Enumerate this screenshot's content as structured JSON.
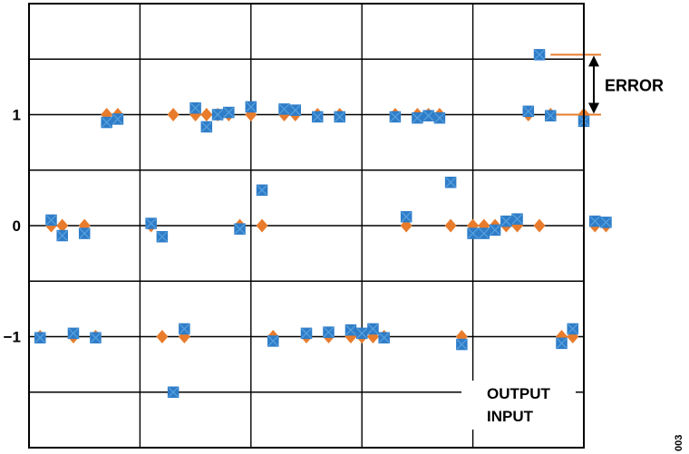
{
  "chart_data": {
    "type": "scatter",
    "title": "",
    "xlabel": "",
    "ylabel": "",
    "xlim": [
      0,
      10
    ],
    "ylim": [
      -2,
      2
    ],
    "x_grid_values": [
      2,
      4,
      6,
      8
    ],
    "y_grid_values": [
      -1.5,
      -1,
      -0.5,
      0,
      0.5,
      1,
      1.5
    ],
    "y_tick_labels": [
      {
        "value": 1,
        "label": "1"
      },
      {
        "value": 0,
        "label": "0"
      },
      {
        "value": -1,
        "label": "−1"
      }
    ],
    "grid": true,
    "legend": {
      "position": "bottom-right",
      "entries": [
        "OUTPUT",
        "INPUT"
      ]
    },
    "annotation": {
      "text": "ERROR",
      "from": 1.0,
      "to": 1.54
    },
    "figure_id": "003",
    "series": [
      {
        "name": "OUTPUT",
        "marker": "diamond",
        "color": "#E87C2C",
        "points": [
          [
            0.2,
            -1
          ],
          [
            0.4,
            0
          ],
          [
            0.6,
            0
          ],
          [
            0.8,
            -1
          ],
          [
            1.0,
            0
          ],
          [
            1.2,
            -1
          ],
          [
            1.4,
            1
          ],
          [
            1.6,
            1
          ],
          [
            2.2,
            0
          ],
          [
            2.4,
            -1
          ],
          [
            2.6,
            1
          ],
          [
            2.8,
            -1
          ],
          [
            3.0,
            1
          ],
          [
            3.2,
            1
          ],
          [
            3.4,
            1
          ],
          [
            3.6,
            1
          ],
          [
            3.8,
            0
          ],
          [
            4.0,
            1
          ],
          [
            4.2,
            0
          ],
          [
            4.4,
            -1
          ],
          [
            4.6,
            1
          ],
          [
            4.8,
            1
          ],
          [
            5.0,
            -1
          ],
          [
            5.2,
            1
          ],
          [
            5.4,
            -1
          ],
          [
            5.6,
            1
          ],
          [
            5.8,
            -1
          ],
          [
            6.0,
            -1
          ],
          [
            6.2,
            -1
          ],
          [
            6.4,
            -1
          ],
          [
            6.6,
            1
          ],
          [
            6.8,
            0
          ],
          [
            7.0,
            1
          ],
          [
            7.2,
            1
          ],
          [
            7.4,
            1
          ],
          [
            7.6,
            0
          ],
          [
            7.8,
            -1
          ],
          [
            8.0,
            0
          ],
          [
            8.2,
            0
          ],
          [
            8.4,
            0
          ],
          [
            8.6,
            0
          ],
          [
            8.8,
            0
          ],
          [
            9.0,
            1
          ],
          [
            9.2,
            0
          ],
          [
            9.4,
            1
          ],
          [
            9.6,
            -1
          ],
          [
            9.8,
            -1
          ],
          [
            10.0,
            1
          ],
          [
            10.2,
            0
          ],
          [
            10.4,
            0
          ]
        ]
      },
      {
        "name": "INPUT",
        "marker": "square-x",
        "color": "#2F7DC8",
        "points": [
          [
            0.2,
            -1.01
          ],
          [
            0.4,
            0.05
          ],
          [
            0.6,
            -0.09
          ],
          [
            0.8,
            -0.97
          ],
          [
            1.0,
            -0.07
          ],
          [
            1.2,
            -1.01
          ],
          [
            1.4,
            0.93
          ],
          [
            1.6,
            0.96
          ],
          [
            2.2,
            0.02
          ],
          [
            2.4,
            -0.1
          ],
          [
            2.6,
            -1.5
          ],
          [
            2.8,
            -0.93
          ],
          [
            3.0,
            1.06
          ],
          [
            3.2,
            0.89
          ],
          [
            3.4,
            1.0
          ],
          [
            3.6,
            1.02
          ],
          [
            3.8,
            -0.03
          ],
          [
            4.0,
            1.07
          ],
          [
            4.2,
            0.32
          ],
          [
            4.4,
            -1.04
          ],
          [
            4.6,
            1.05
          ],
          [
            4.8,
            1.04
          ],
          [
            5.0,
            -0.97
          ],
          [
            5.2,
            0.98
          ],
          [
            5.4,
            -0.96
          ],
          [
            5.6,
            0.98
          ],
          [
            5.8,
            -0.94
          ],
          [
            6.0,
            -0.97
          ],
          [
            6.2,
            -0.93
          ],
          [
            6.4,
            -1.01
          ],
          [
            6.6,
            0.98
          ],
          [
            6.8,
            0.08
          ],
          [
            7.0,
            0.97
          ],
          [
            7.2,
            0.99
          ],
          [
            7.4,
            0.97
          ],
          [
            7.6,
            0.39
          ],
          [
            7.8,
            -1.07
          ],
          [
            8.0,
            -0.07
          ],
          [
            8.2,
            -0.07
          ],
          [
            8.4,
            -0.04
          ],
          [
            8.6,
            0.04
          ],
          [
            8.8,
            0.06
          ],
          [
            9.0,
            1.03
          ],
          [
            9.2,
            1.54
          ],
          [
            9.4,
            0.99
          ],
          [
            9.6,
            -1.06
          ],
          [
            9.8,
            -0.93
          ],
          [
            10.0,
            0.94
          ],
          [
            10.2,
            0.04
          ],
          [
            10.4,
            0.03
          ]
        ]
      }
    ]
  }
}
